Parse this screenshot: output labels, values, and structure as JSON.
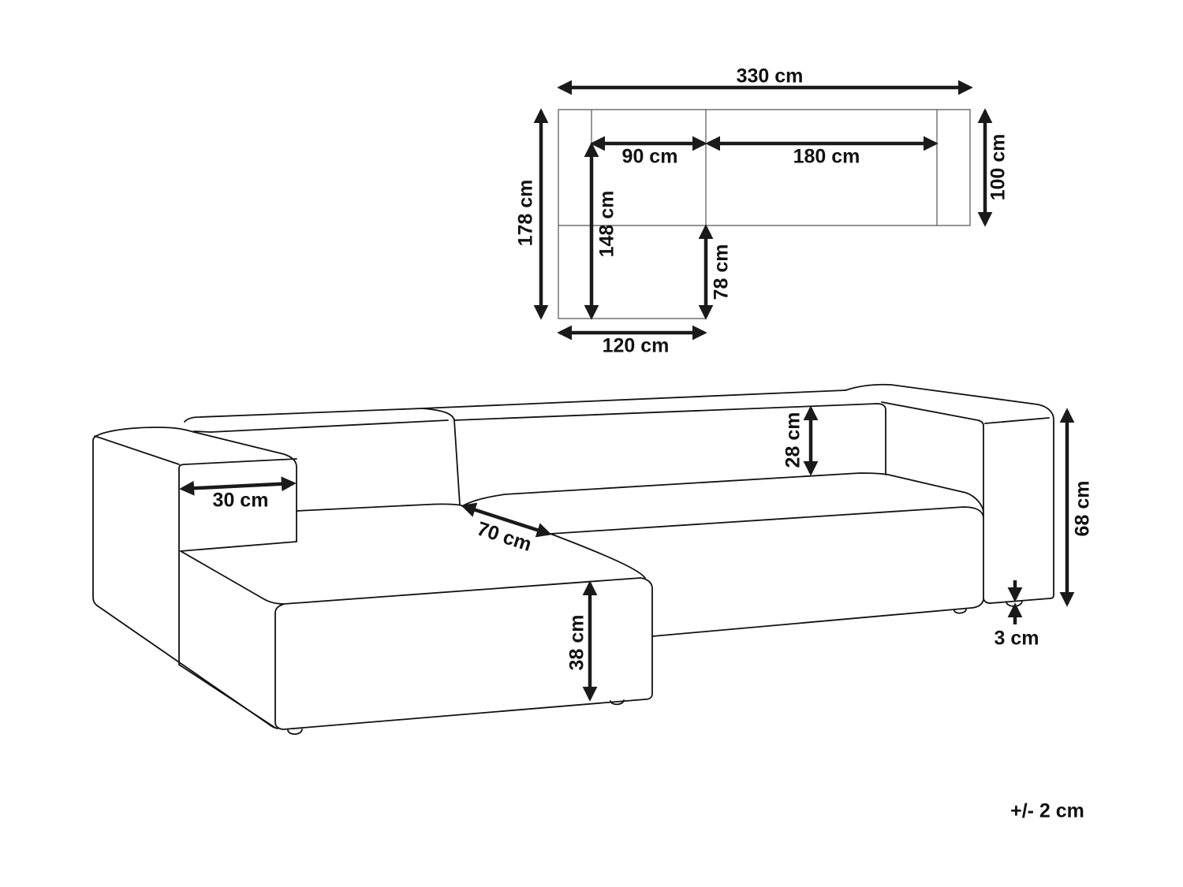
{
  "plan_view": {
    "overall_width": "330 cm",
    "left_section_width": "90 cm",
    "right_section_width": "180 cm",
    "right_section_depth": "100 cm",
    "overall_depth": "178 cm",
    "chaise_seat_depth": "148 cm",
    "chaise_extension": "78 cm",
    "chaise_width": "120 cm"
  },
  "side_view": {
    "armrest_width": "30 cm",
    "seat_depth": "70 cm",
    "seat_height": "38 cm",
    "backrest_height": "28 cm",
    "total_height": "68 cm",
    "leg_height": "3 cm"
  },
  "tolerance": "+/- 2 cm",
  "colors": {
    "line": "#111111",
    "background": "#ffffff"
  }
}
